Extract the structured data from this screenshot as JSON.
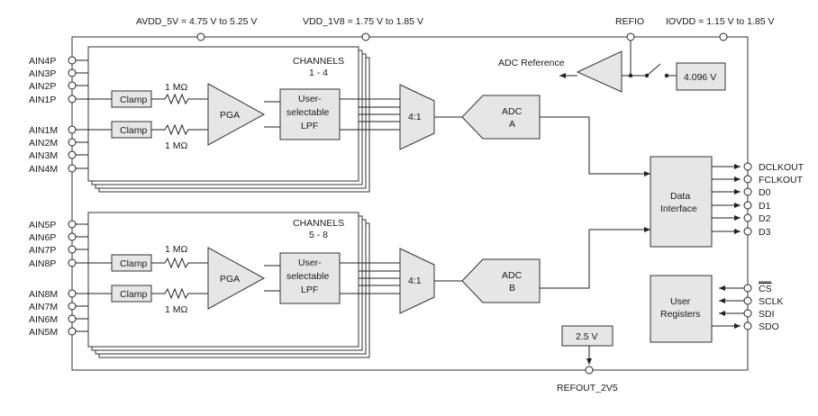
{
  "supplies": {
    "avdd": "AVDD_5V = 4.75 V to 5.25 V",
    "vdd": "VDD_1V8 = 1.75 V to 1.85 V",
    "refio": "REFIO",
    "iovdd": "IOVDD = 1.15 V to 1.85 V"
  },
  "top_group": {
    "title_line1": "CHANNELS",
    "title_line2": "1 - 4",
    "inputs": [
      "AIN4P",
      "AIN3P",
      "AIN2P",
      "AIN1P",
      "AIN1M",
      "AIN2M",
      "AIN3M",
      "AIN4M"
    ]
  },
  "bottom_group": {
    "title_line1": "CHANNELS",
    "title_line2": "5 - 8",
    "inputs": [
      "AIN5P",
      "AIN6P",
      "AIN7P",
      "AIN8P",
      "AIN8M",
      "AIN7M",
      "AIN6M",
      "AIN5M"
    ]
  },
  "blocks": {
    "clamp": "Clamp",
    "resistor": "1 MΩ",
    "pga": "PGA",
    "lpf_line1": "User-",
    "lpf_line2": "selectable",
    "lpf_line3": "LPF",
    "mux": "4:1",
    "adc_a_line1": "ADC",
    "adc_a_line2": "A",
    "adc_b_line1": "ADC",
    "adc_b_line2": "B",
    "adc_reference": "ADC Reference",
    "ref_voltage": "4.096 V",
    "data_interface_line1": "Data",
    "data_interface_line2": "Interface",
    "user_registers_line1": "User",
    "user_registers_line2": "Registers",
    "refout_voltage": "2.5 V"
  },
  "data_outputs": [
    "DCLKOUT",
    "FCLKOUT",
    "D0",
    "D1",
    "D2",
    "D3"
  ],
  "serial_pins": [
    "CS",
    "SCLK",
    "SDI",
    "SDO"
  ],
  "refout": "REFOUT_2V5"
}
